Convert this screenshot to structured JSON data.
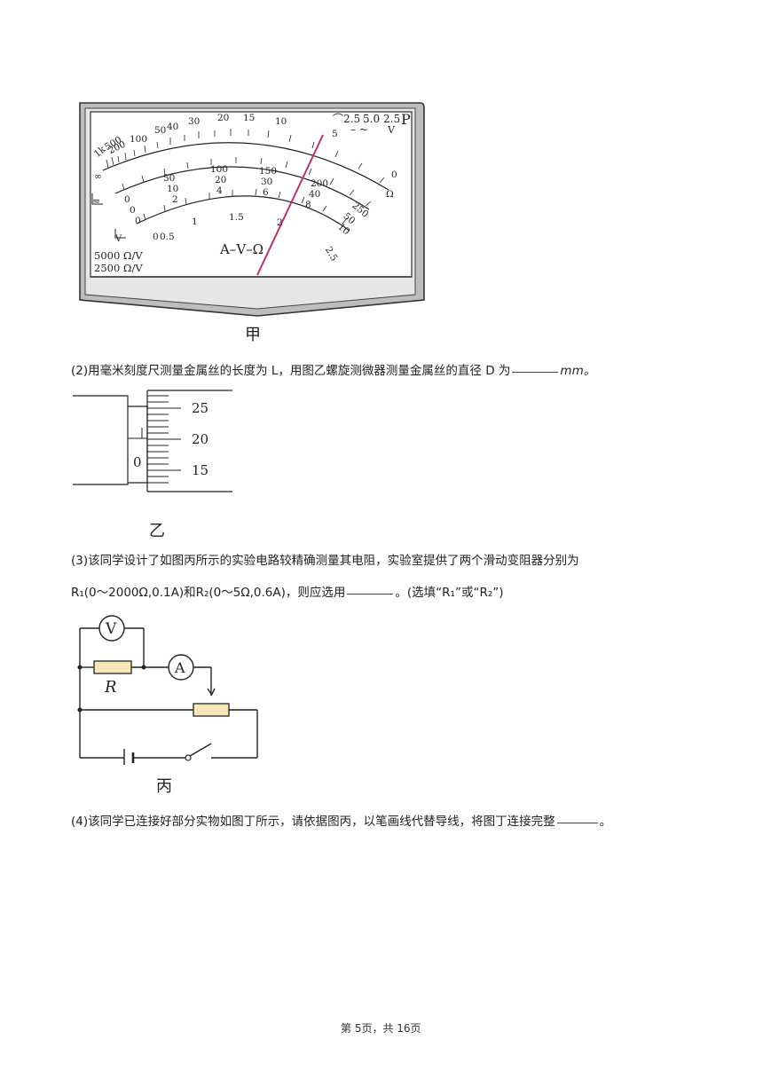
{
  "figure_a": {
    "caption": "甲",
    "label_a_v_ohm": "A–V–Ω",
    "label_ohm_per_v_1": "5000 Ω/V",
    "label_ohm_per_v_2": "2500 Ω/V",
    "top_right_labels": [
      "2.5",
      "5.0",
      "2.5",
      "P"
    ],
    "ohm_scale": [
      "∞",
      "1k",
      "500",
      "200",
      "100",
      "50",
      "40",
      "30",
      "20",
      "15",
      "10",
      "5",
      "0"
    ],
    "scale_250": [
      "0",
      "50",
      "100",
      "150",
      "200",
      "250"
    ],
    "scale_50": [
      "0",
      "10",
      "20",
      "30",
      "40",
      "50"
    ],
    "scale_10": [
      "0",
      "2",
      "4",
      "6",
      "8",
      "10"
    ],
    "scale_2_5": [
      "0",
      "0.5",
      "1",
      "1.5",
      "2",
      "2.5"
    ],
    "unit_omega": "Ω",
    "unit_v": "V"
  },
  "question2": {
    "text_before": "(2)用毫米刻度尺测量金属丝的长度为 L，用图乙螺旋测微器测量金属丝的直径 D 为",
    "unit": "mm。"
  },
  "figure_b": {
    "caption": "乙",
    "ticks": [
      "25",
      "20",
      "15"
    ],
    "main_zero": "0"
  },
  "question3": {
    "line1": "(3)该同学设计了如图丙所示的实验电路较精确测量其电阻，实验室提供了两个滑动变阻器分别为",
    "line2_before": "R₁(0～2000Ω,0.1A)和R₂(0～5Ω,0.6A)，则应选用",
    "line2_after": "。(选填“R₁”或“R₂”)"
  },
  "figure_c": {
    "caption": "丙",
    "voltmeter": "V",
    "ammeter": "A",
    "resistor": "R"
  },
  "question4": {
    "text_before": "(4)该同学已连接好部分实物如图丁所示，请依据图丙，以笔画线代替导线，将图丁连接完整",
    "text_after": "。"
  },
  "footer": {
    "page": "第 5页，共 16页"
  }
}
